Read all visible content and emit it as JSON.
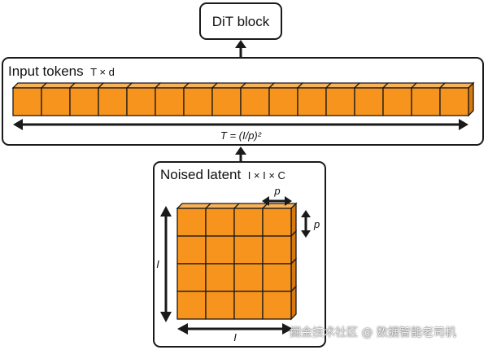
{
  "dit_block": {
    "label": "DiT block"
  },
  "tokens_panel": {
    "title": "Input tokens",
    "dims": "T × d",
    "token_count": 16,
    "length_label": "T = (I/p)²"
  },
  "latent_panel": {
    "title": "Noised latent",
    "dims": "I × I × C",
    "grid_rows": 4,
    "grid_cols": 4,
    "patch_label_width": "p",
    "patch_label_height": "p",
    "side_label_height": "I",
    "side_label_width": "I"
  },
  "colors": {
    "cube_face": "#f7941d",
    "cube_top": "#f7b25c",
    "cube_side": "#d9780f",
    "outline": "#1a1a1a"
  },
  "watermark": "掘金技术社区 @ 数据智能老司机"
}
